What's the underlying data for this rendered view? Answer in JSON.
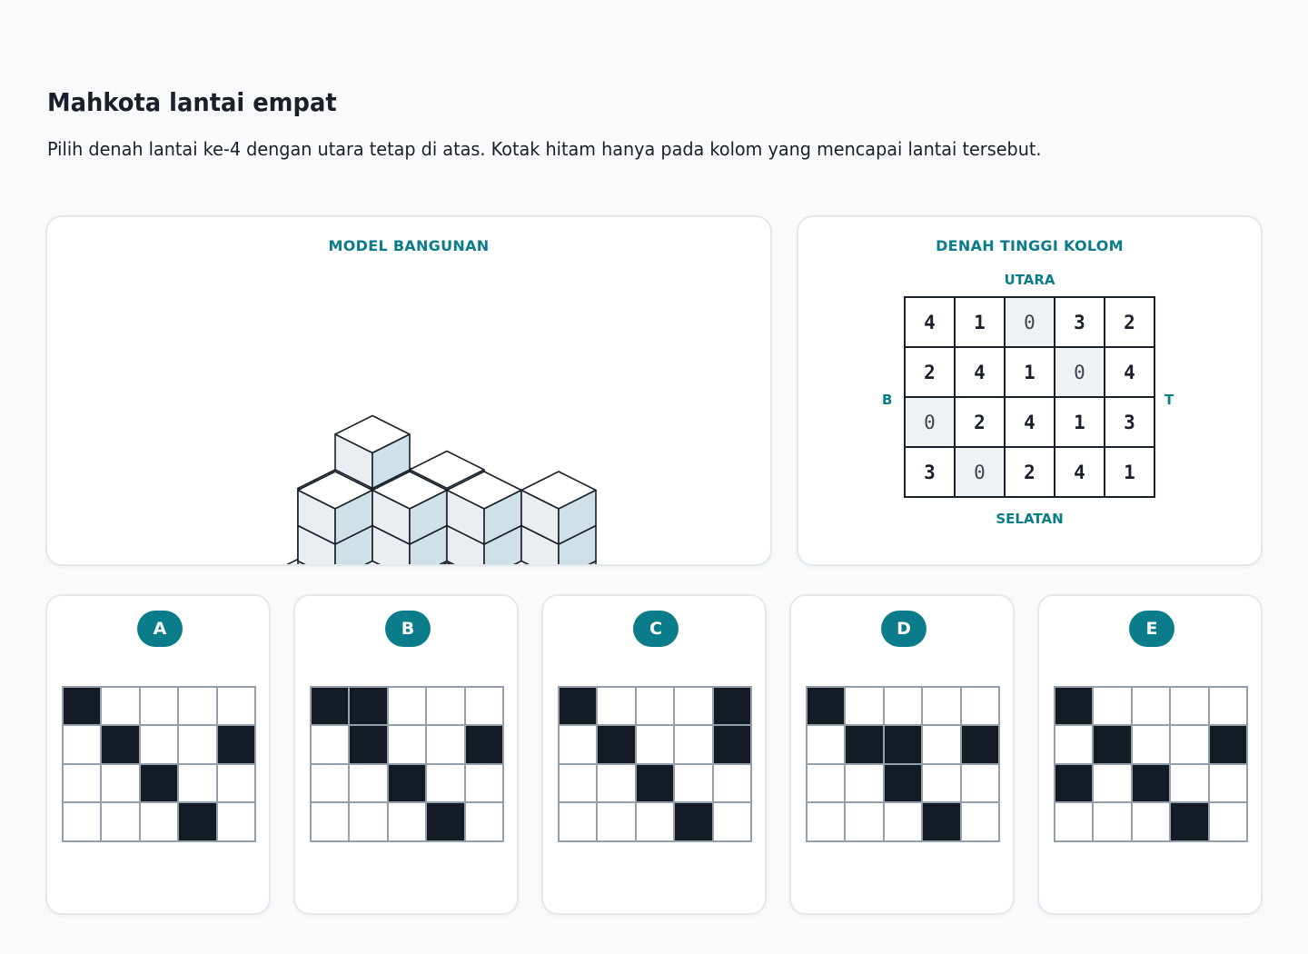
{
  "header": {
    "title": "Mahkota lantai empat",
    "subtitle": "Pilih denah lantai ke-4 dengan utara tetap di atas. Kotak hitam hanya pada kolom yang mencapai lantai tersebut."
  },
  "model_panel": {
    "title": "MODEL BANGUNAN"
  },
  "heights_panel": {
    "title": "DENAH TINGGI KOLOM",
    "north": "UTARA",
    "south": "SELATAN",
    "west": "B",
    "east": "T",
    "grid": [
      [
        4,
        1,
        0,
        3,
        2
      ],
      [
        2,
        4,
        1,
        0,
        4
      ],
      [
        0,
        2,
        4,
        1,
        3
      ],
      [
        3,
        0,
        2,
        4,
        1
      ]
    ]
  },
  "options": [
    {
      "label": "A",
      "grid": [
        [
          1,
          0,
          0,
          0,
          0
        ],
        [
          0,
          1,
          0,
          0,
          1
        ],
        [
          0,
          0,
          1,
          0,
          0
        ],
        [
          0,
          0,
          0,
          1,
          0
        ]
      ]
    },
    {
      "label": "B",
      "grid": [
        [
          1,
          1,
          0,
          0,
          0
        ],
        [
          0,
          1,
          0,
          0,
          1
        ],
        [
          0,
          0,
          1,
          0,
          0
        ],
        [
          0,
          0,
          0,
          1,
          0
        ]
      ]
    },
    {
      "label": "C",
      "grid": [
        [
          1,
          0,
          0,
          0,
          1
        ],
        [
          0,
          1,
          0,
          0,
          1
        ],
        [
          0,
          0,
          1,
          0,
          0
        ],
        [
          0,
          0,
          0,
          1,
          0
        ]
      ]
    },
    {
      "label": "D",
      "grid": [
        [
          1,
          0,
          0,
          0,
          0
        ],
        [
          0,
          1,
          1,
          0,
          1
        ],
        [
          0,
          0,
          1,
          0,
          0
        ],
        [
          0,
          0,
          0,
          1,
          0
        ]
      ]
    },
    {
      "label": "E",
      "grid": [
        [
          1,
          0,
          0,
          0,
          0
        ],
        [
          0,
          1,
          0,
          0,
          1
        ],
        [
          1,
          0,
          1,
          0,
          0
        ],
        [
          0,
          0,
          0,
          1,
          0
        ]
      ]
    }
  ],
  "colors": {
    "accent": "#0b7c8a",
    "filled": "#141b24",
    "cube_top": "#ffffff",
    "cube_left": "#e8eef2",
    "cube_right": "#d0e0e7",
    "zero_cell": "#eef2f5"
  }
}
